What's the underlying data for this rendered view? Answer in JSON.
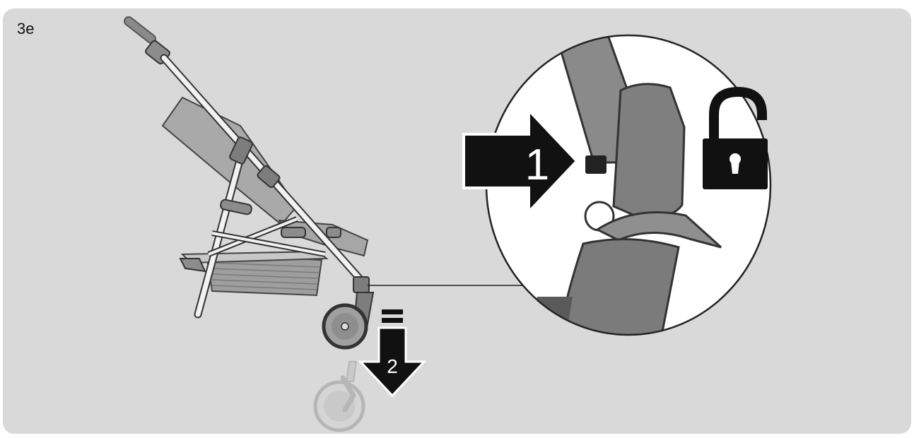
{
  "figure": {
    "step_label": "3e",
    "arrow_1_number": "1",
    "arrow_2_number": "2",
    "icons": [
      "stroller-illustration",
      "unlock-padlock-icon",
      "magnified-detail-circle",
      "push-arrow-icon",
      "down-arrow-icon",
      "lowered-wheel-ghost"
    ],
    "colors": {
      "background": "#d9d9d9",
      "frame": "#f2f2f2",
      "fabric": "#a9a9a9",
      "dark_grey": "#7d7d7d",
      "black": "#111111",
      "ghost": "#c6c6c6"
    }
  }
}
